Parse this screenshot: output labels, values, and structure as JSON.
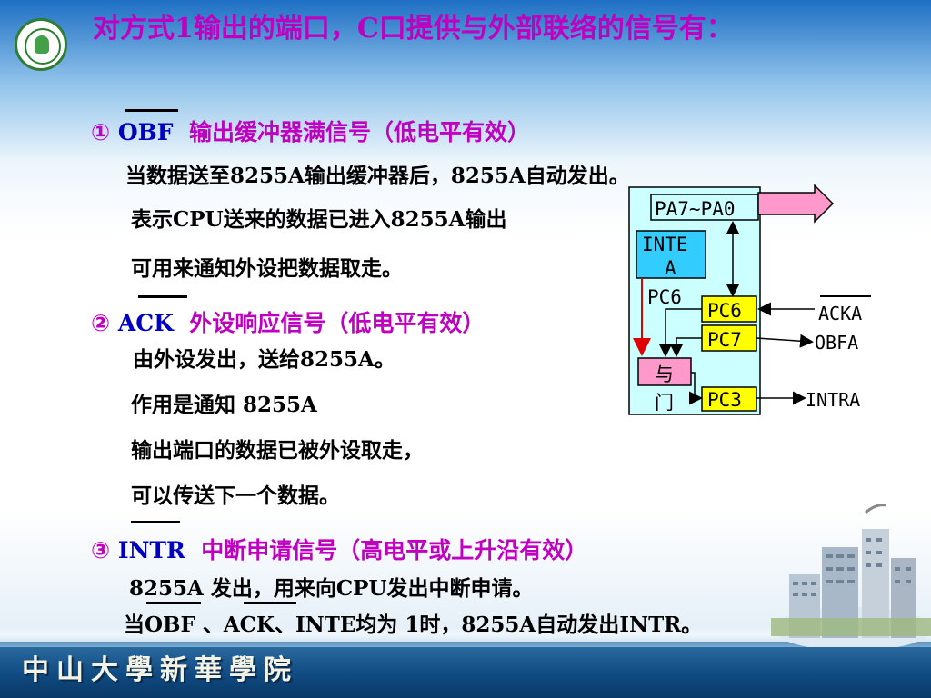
{
  "title": "对方式1输出的端口，C口提供与外部联络的信号有：",
  "footer": "中山大學新華學院",
  "section1": {
    "num": "①",
    "signal": "OBF",
    "desc": "输出缓冲器满信号（低电平有效）",
    "lines": [
      "当数据送至8255A输出缓冲器后，8255A自动发出。",
      "表示CPU送来的数据已进入8255A输出",
      "可用来通知外设把数据取走。"
    ]
  },
  "section2": {
    "num": "②",
    "signal": "ACK",
    "desc": "外设响应信号（低电平有效）",
    "lines": [
      "由外设发出，送给8255A。",
      "作用是通知 8255A",
      "输出端口的数据已被外设取走，",
      "可以传送下一个数据。"
    ]
  },
  "section3": {
    "num": "③",
    "signal": "INTR",
    "desc": "中断申请信号（高电平或上升沿有效）",
    "lines": [
      "8255A 发出，用来向CPU发出中断申请。"
    ],
    "last_line": {
      "prefix": "当",
      "obf": "OBF",
      "sep1": " 、",
      "ack": "ACK",
      "rest": "、INTE均为 1时，8255A自动发出INTR。"
    }
  },
  "diagram": {
    "port_label": "PA7~PA0",
    "inte_label_1": "INTE",
    "inte_label_2": "A",
    "pc6_label": "PC6",
    "pc6_box": "PC6",
    "pc7_box": "PC7",
    "pc3_box": "PC3",
    "and_gate_1": "与",
    "and_gate_2": "门",
    "ack_out": "ACKA",
    "obf_out": "OBFA",
    "intr_out": "INTRA"
  },
  "colors": {
    "title": "#c000c0",
    "keyword": "#0000c0",
    "box_yellow": "#ffff00",
    "box_cyan": "#33ccff",
    "gate_pink": "#ff99cc",
    "panel": "#ccffff"
  }
}
